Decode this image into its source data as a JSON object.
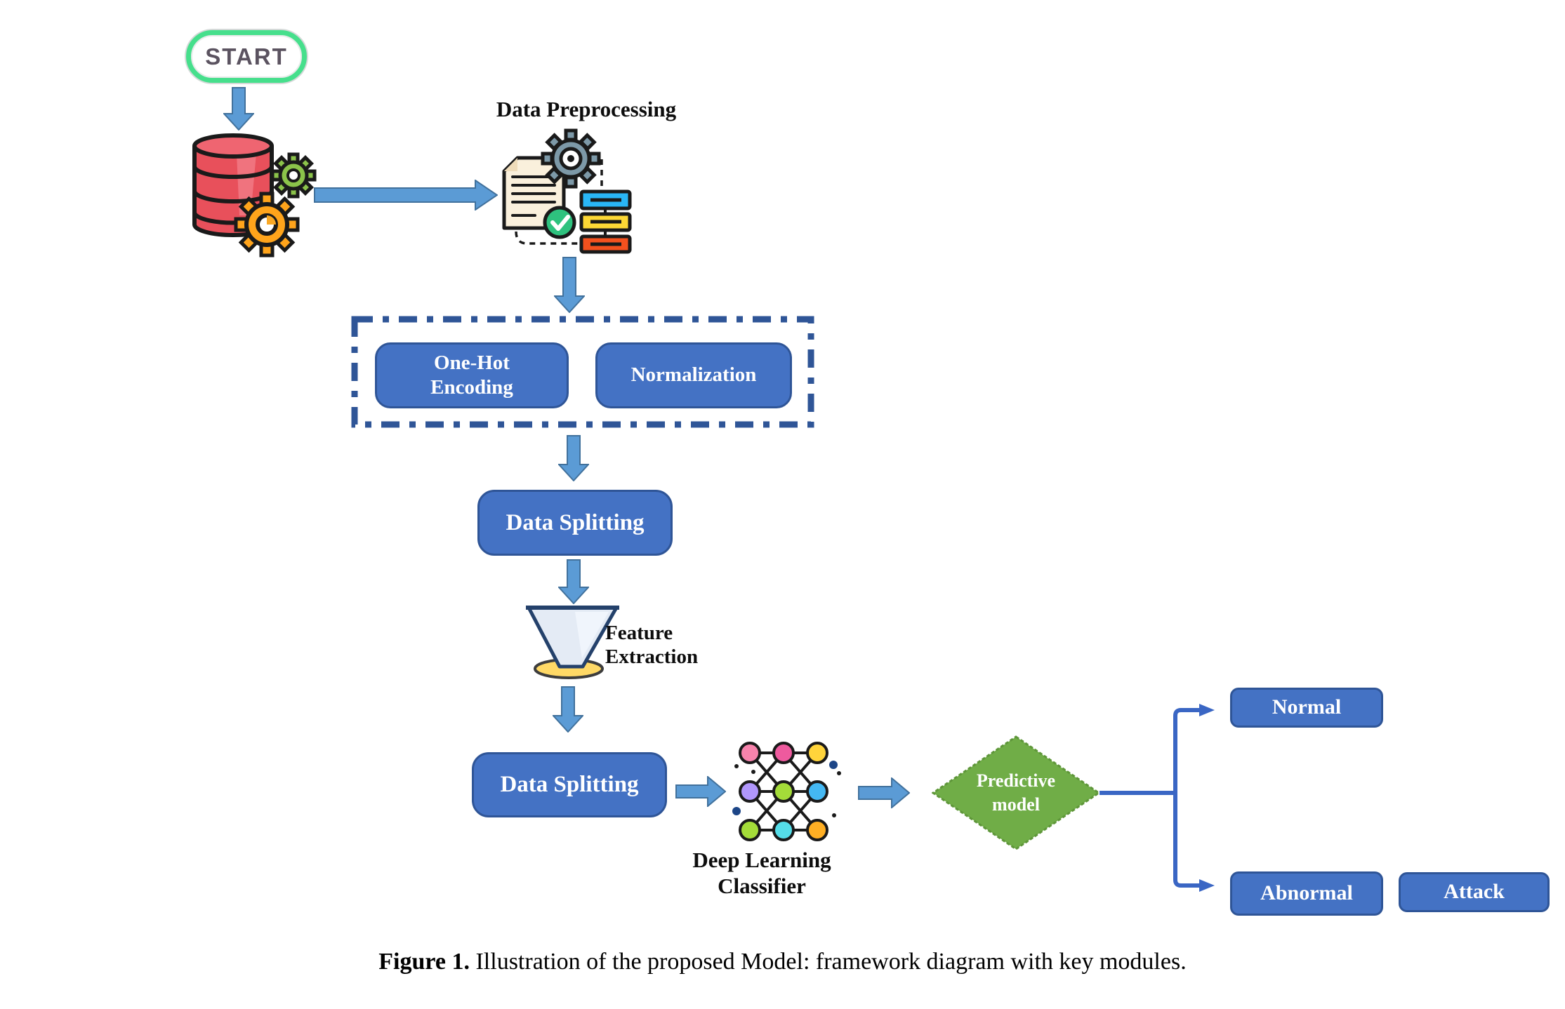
{
  "figure": {
    "caption_bold": "Figure 1.",
    "caption_text": " Illustration of the proposed Model: framework diagram with key modules."
  },
  "nodes": {
    "start": "START",
    "data_preprocessing": "Data Preprocessing",
    "one_hot_encoding": "One-Hot Encoding",
    "normalization": "Normalization",
    "data_splitting_1": "Data Splitting",
    "feature_extraction": "Feature Extraction",
    "data_splitting_2": "Data Splitting",
    "deep_learning_classifier": "Deep Learning Classifier",
    "predictive_model": "Predictive model",
    "normal": "Normal",
    "abnormal": "Abnormal",
    "attack": "Attack"
  },
  "icons": [
    "start-badge",
    "database-icon",
    "gear-icon",
    "document-icon",
    "check-icon",
    "list-bars-icon",
    "funnel-icon",
    "neural-network-icon",
    "decision-diamond",
    "arrow-icon"
  ],
  "colors": {
    "button_blue": "#4472C4",
    "button_border_blue": "#2F5597",
    "arrow_blue": "#5B9BD5",
    "arrow_border_blue": "#41719C",
    "connector_blue": "#3A66C4",
    "dashed_box_blue": "#2F5597",
    "diamond_green": "#70AD47",
    "start_green": "#46DF8C",
    "database_red": "#E8505B",
    "funnel_base_yellow": "#FFD966"
  }
}
